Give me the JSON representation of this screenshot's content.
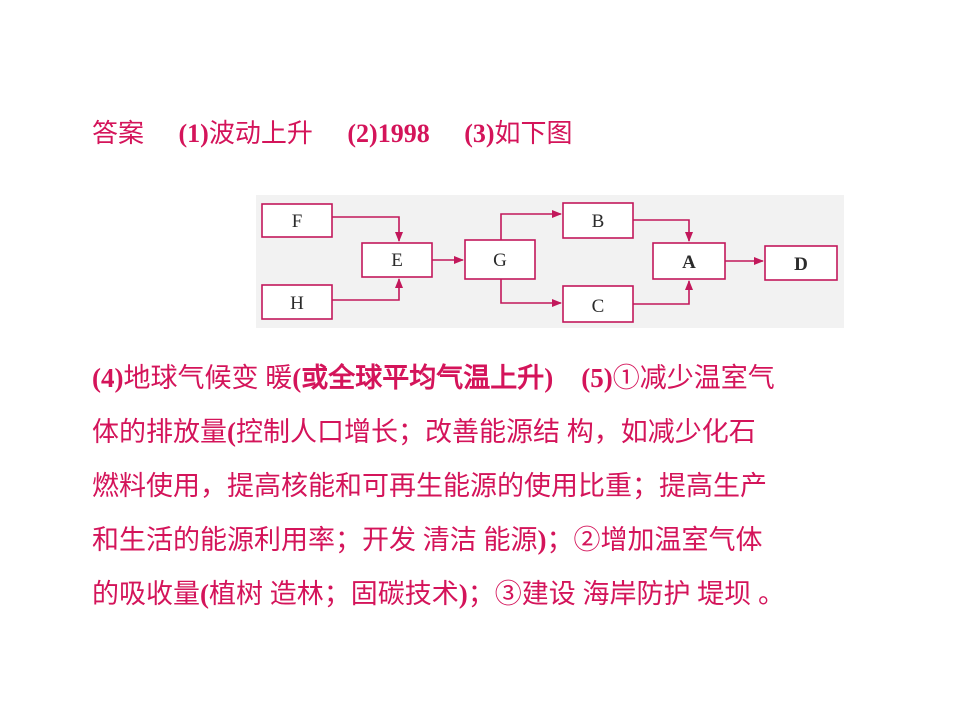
{
  "answer": {
    "label": "答案",
    "part1_num": "(1)",
    "part1_text": "波动上升",
    "part2_num": "(2)",
    "part2_text": "1998",
    "part3_num": "(3)",
    "part3_text": "如下图"
  },
  "diagram": {
    "nodes": {
      "F": "F",
      "H": "H",
      "E": "E",
      "G": "G",
      "B": "B",
      "C": "C",
      "A": "A",
      "D": "D"
    }
  },
  "body": {
    "line1_num4": "(4)",
    "line1_a": "地球气候变 暖",
    "line1_b": "(或全球平均气温上升)",
    "line1_num5": "(5)",
    "line1_c": "①减少温室气",
    "line2_a": "体的排放量",
    "line2_paren": "(",
    "line2_b": "控制人口增长；改善能源结 构，如减少化石",
    "line3": "燃料使用，提高核能和可再生能源的使用比重；提高生产",
    "line4_a": "和生活的能源利用率；开发 清洁 能源",
    "line4_paren": ")",
    "line4_b": "；②增加温室气体",
    "line5_a": "的吸收量",
    "line5_paren": "(",
    "line5_b": "植树 造林；固碳技术",
    "line5_paren2": ")",
    "line5_c": "；③建设 海岸防护 堤坝 。"
  }
}
